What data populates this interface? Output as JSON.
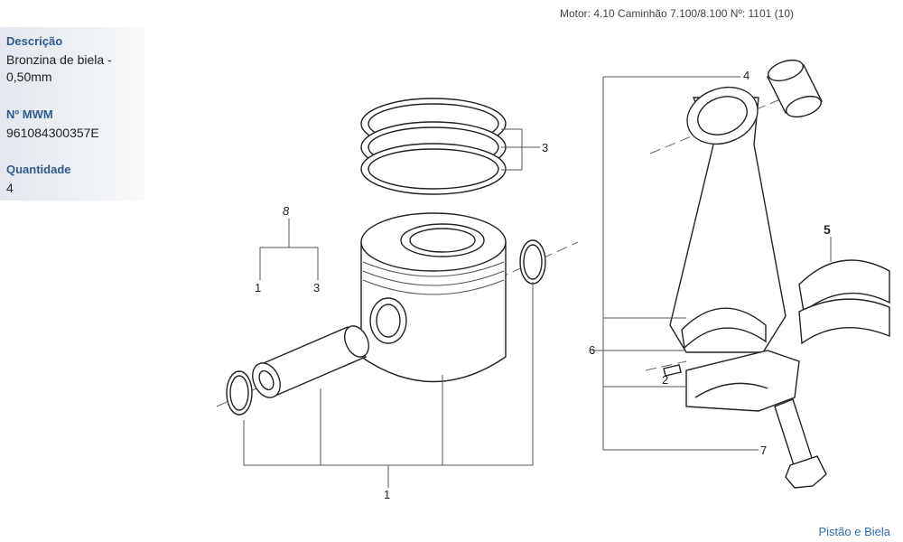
{
  "header": {
    "text": "Motor: 4.10 Caminhão 7.100/8.100   Nº: 1101 (10)"
  },
  "info": {
    "descricao_label": "Descrição",
    "descricao_line1": "Bronzina de biela -",
    "descricao_line2": "0,50mm",
    "mwm_label": "Nº MWM",
    "mwm_value": "961084300357E",
    "quantidade_label": "Quantidade",
    "quantidade_value": "4"
  },
  "callouts": {
    "c1": "1",
    "c2": "2",
    "c3": "3",
    "c4": "4",
    "c5": "5",
    "c6": "6",
    "c7": "7",
    "c8": "8",
    "c8_1": "1",
    "c8_3": "3"
  },
  "colors": {
    "highlight": "#cc0000",
    "label": "#2f5a8e",
    "link": "#2f6db0"
  },
  "footer": {
    "link": "Pistão e Biela"
  }
}
